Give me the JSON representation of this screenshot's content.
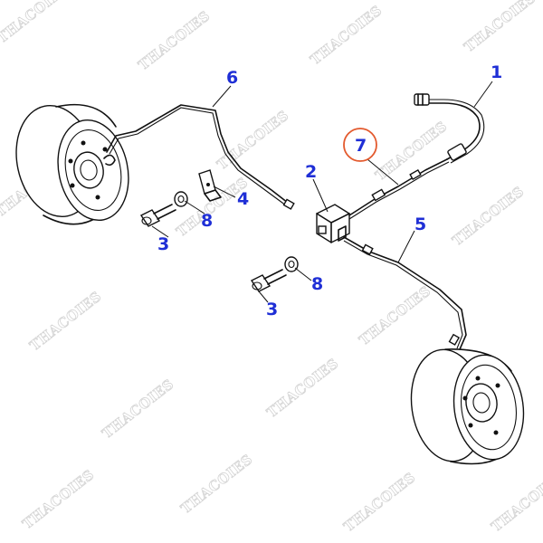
{
  "watermark": {
    "text": "THACOIES"
  },
  "callouts": [
    {
      "id": "1",
      "label": "1"
    },
    {
      "id": "2",
      "label": "2"
    },
    {
      "id": "3a",
      "label": "3"
    },
    {
      "id": "3b",
      "label": "3"
    },
    {
      "id": "4",
      "label": "4"
    },
    {
      "id": "5",
      "label": "5"
    },
    {
      "id": "6",
      "label": "6"
    },
    {
      "id": "7",
      "label": "7",
      "highlighted": true
    },
    {
      "id": "8a",
      "label": "8"
    },
    {
      "id": "8b",
      "label": "8"
    }
  ],
  "colors": {
    "callout": "#1f2fd6",
    "highlight_ring": "#e35a2e",
    "line": "#111111",
    "watermark": "#d4d4d4"
  }
}
